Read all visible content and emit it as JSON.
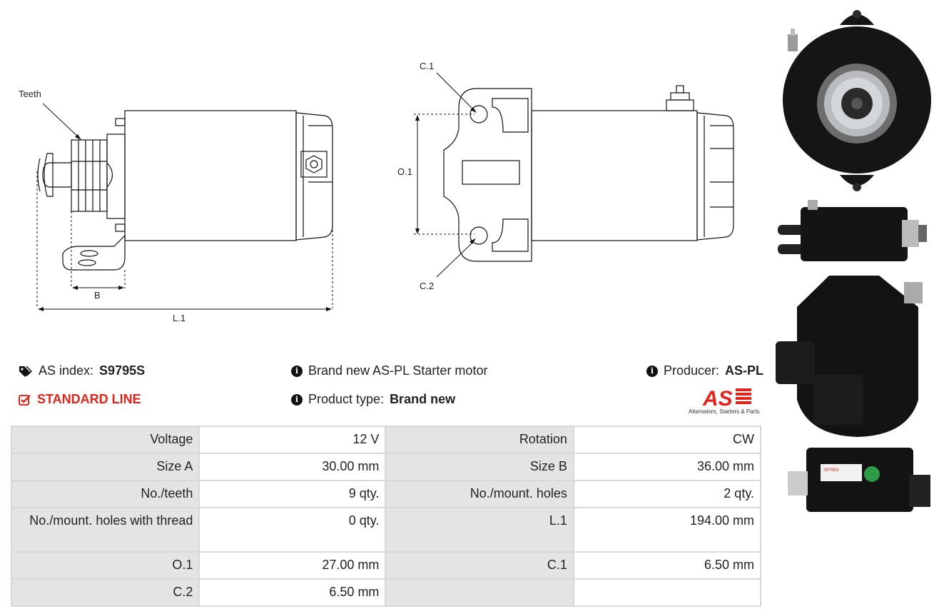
{
  "drawing": {
    "label_teeth": "Teeth",
    "label_b": "B",
    "label_l1": "L.1",
    "label_c1": "C.1",
    "label_o1": "O.1",
    "label_c2": "C.2"
  },
  "info": {
    "index_label": "AS index:",
    "index_value": "S9795S",
    "description": "Brand new AS-PL Starter motor",
    "producer_label": "Producer:",
    "producer_value": "AS-PL",
    "standard_line": "STANDARD LINE",
    "product_type_label": "Product type:",
    "product_type_value": "Brand new"
  },
  "logo": {
    "text": "AS",
    "subtitle": "Alternators, Starters & Parts",
    "color": "#e1251b"
  },
  "specs": {
    "rows": [
      {
        "k1": "Voltage",
        "v1": "12 V",
        "k2": "Rotation",
        "v2": "CW"
      },
      {
        "k1": "Size A",
        "v1": "30.00 mm",
        "k2": "Size B",
        "v2": "36.00 mm"
      },
      {
        "k1": "No./teeth",
        "v1": "9 qty.",
        "k2": "No./mount. holes",
        "v2": "2 qty."
      },
      {
        "k1": "No./mount. holes with thread",
        "v1": "0 qty.",
        "k2": "L.1",
        "v2": "194.00 mm"
      },
      {
        "k1": "O.1",
        "v1": "27.00 mm",
        "k2": "C.1",
        "v2": "6.50 mm"
      },
      {
        "k1": "C.2",
        "v1": "6.50 mm",
        "k2": "",
        "v2": ""
      }
    ]
  },
  "photo_label": {
    "sticker_code": "S9795S"
  }
}
